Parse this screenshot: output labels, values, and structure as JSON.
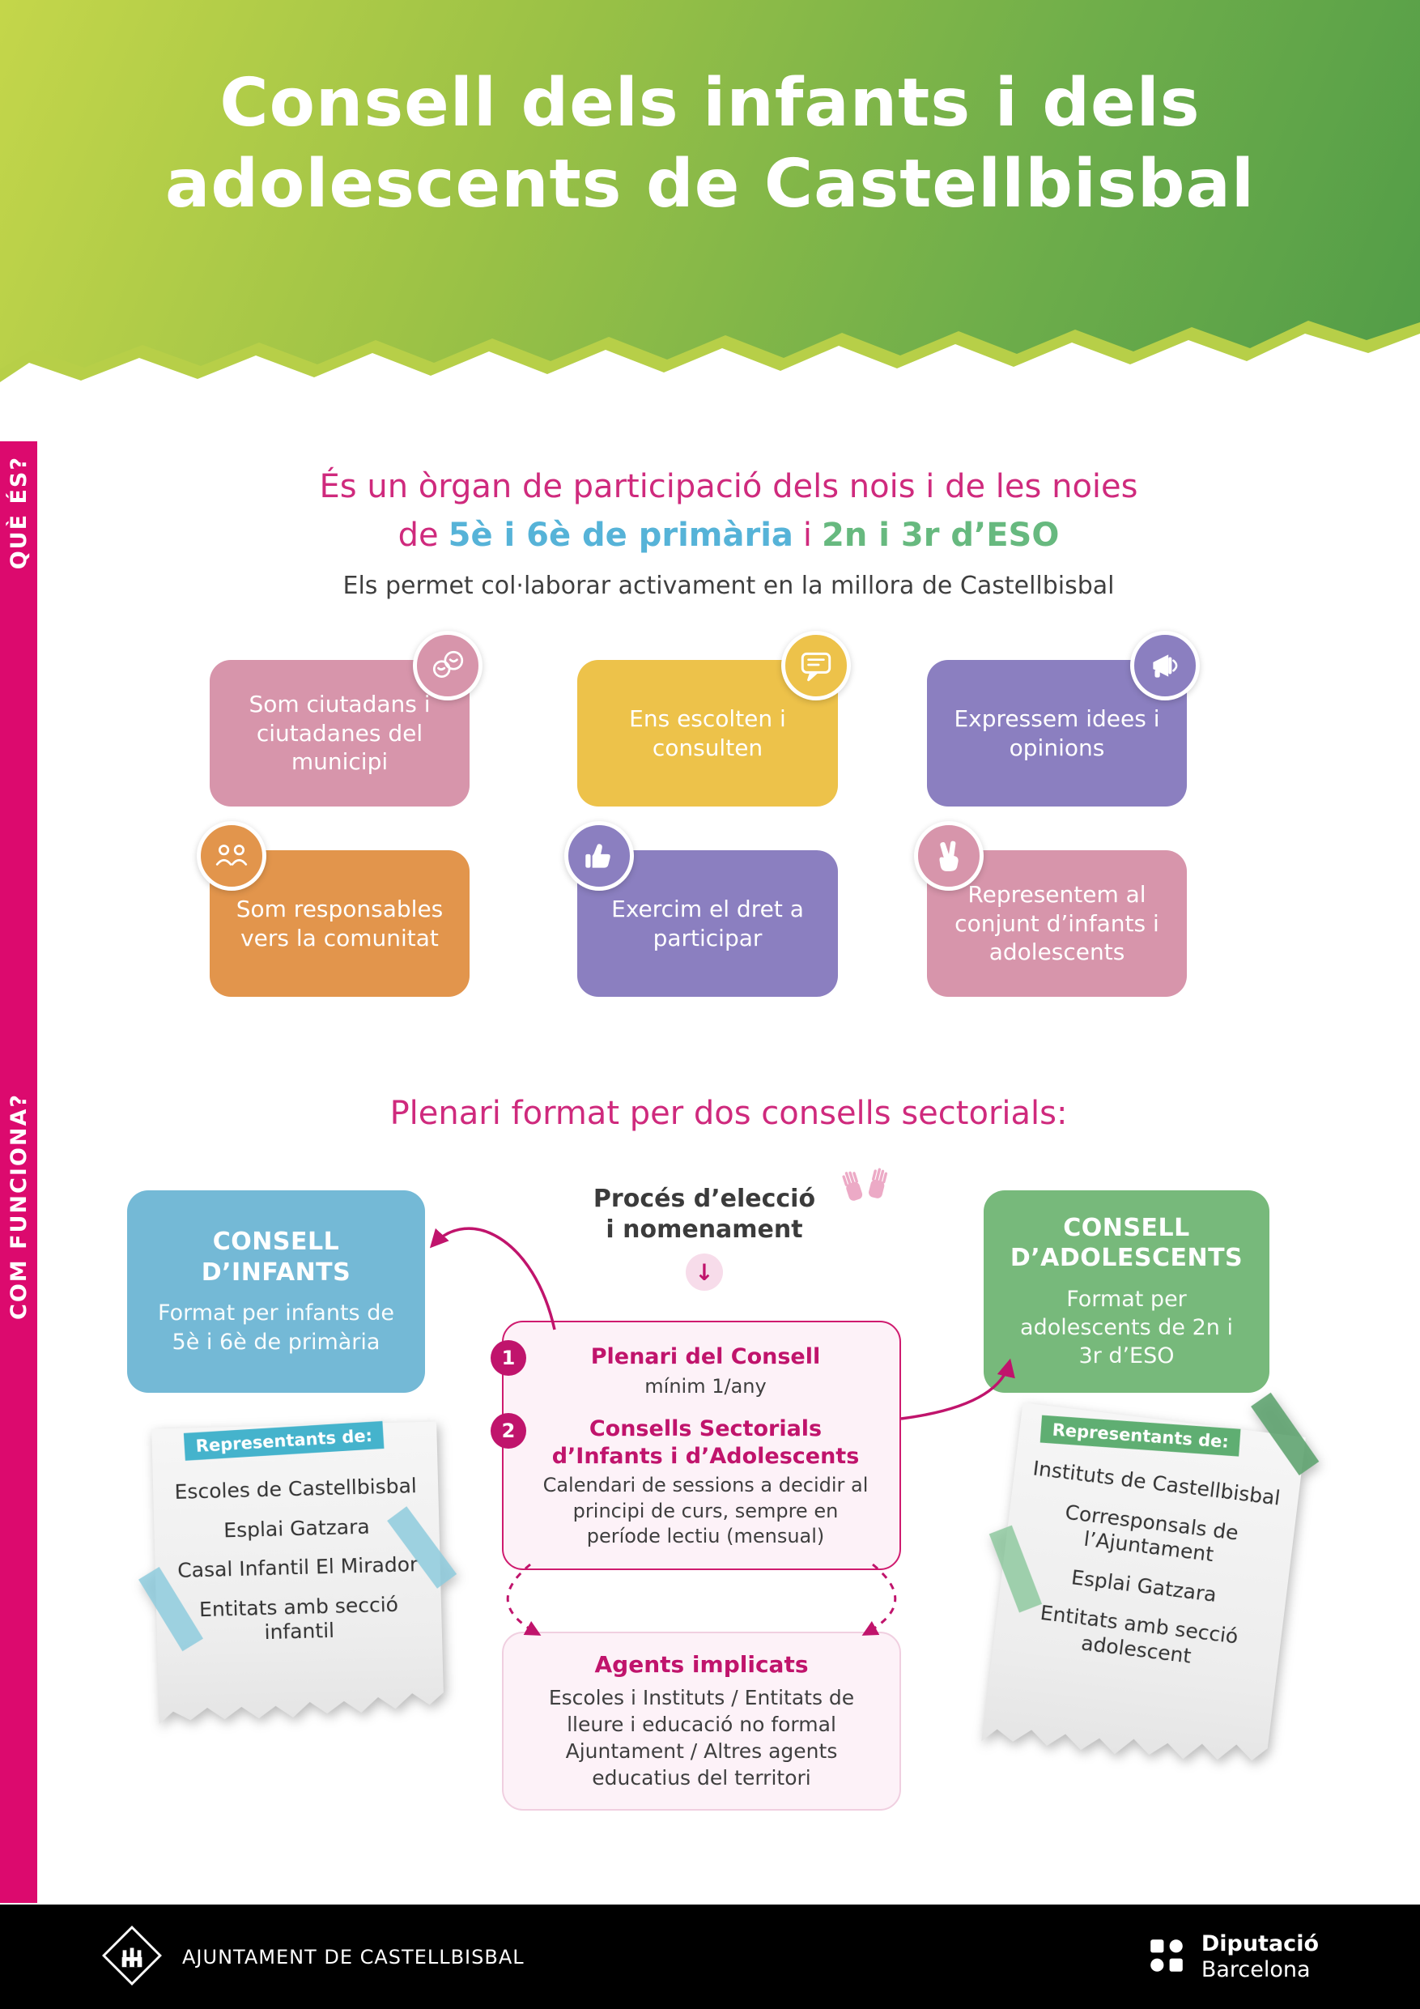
{
  "header": {
    "title_line1": "Consell dels infants i dels",
    "title_line2": "adolescents de Castellbisbal"
  },
  "sidebar": {
    "que_es": "QUÈ ÉS?",
    "com_funciona": "COM FUNCIONA?"
  },
  "intro": {
    "line1": "És un òrgan de participació dels nois i de les noies",
    "line2_pre": "de",
    "line2_blue": "5è i 6è de primària",
    "line2_mid": "i",
    "line2_green": "2n i 3r d’ESO",
    "line3": "Els permet col·laborar activament en la millora de Castellbisbal"
  },
  "cards": [
    {
      "text": "Som ciutadans i ciutadanes del municipi",
      "icon": "faces-icon"
    },
    {
      "text": "Ens escolten i consulten",
      "icon": "speech-bubble-icon"
    },
    {
      "text": "Expressem idees i opinions",
      "icon": "megaphone-icon"
    },
    {
      "text": "Som responsables vers la comunitat",
      "icon": "people-group-icon"
    },
    {
      "text": "Exercim el dret a participar",
      "icon": "thumbs-up-icon"
    },
    {
      "text": "Representem al conjunt d’infants i adolescents",
      "icon": "victory-hand-icon"
    }
  ],
  "plenari": {
    "heading": "Plenari format per dos consells sectorials:",
    "consell_infants_title": "CONSELL D’INFANTS",
    "consell_infants_sub": "Format per infants de 5è i 6è de primària",
    "consell_adolescents_title": "CONSELL D’ADOLESCENTS",
    "consell_adolescents_sub": "Format per adolescents de 2n i 3r d’ESO",
    "proces_line1": "Procés d’elecció",
    "proces_line2": "i nomenament",
    "down_arrow": "↓",
    "steps": [
      {
        "num": "1",
        "title": "Plenari del Consell",
        "desc": "mínim 1/any"
      },
      {
        "num": "2",
        "title": "Consells Sectorials d’Infants i d’Adolescents",
        "desc": "Calendari de sessions a decidir al principi de curs, sempre en període lectiu (mensual)"
      }
    ],
    "agents_title": "Agents implicats",
    "agents_desc": "Escoles i Instituts / Entitats de lleure i educació no formal Ajuntament / Altres agents educatius del territori",
    "note_left_badge": "Representants de:",
    "note_left_items": [
      "Escoles de Castellbisbal",
      "Esplai Gatzara",
      "Casal Infantil El Mirador",
      "Entitats amb secció infantil"
    ],
    "note_right_badge": "Representants de:",
    "note_right_items": [
      "Instituts de Castellbisbal",
      "Corresponsals de l’Ajuntament",
      "Esplai Gatzara",
      "Entitats amb secció adolescent"
    ]
  },
  "footer": {
    "ajuntament": "AJUNTAMENT DE CASTELLBISBAL",
    "diputacio_line1": "Diputació",
    "diputacio_line2": "Barcelona"
  },
  "colors": {
    "magenta_accent": "#dc0a6e",
    "heading_pink": "#cf2a7d",
    "primary_blue": "#56b3d8",
    "primary_green": "#67b97f",
    "card_pink": "#d795ab",
    "card_yellow": "#edc24a",
    "card_purple": "#8b7fc0",
    "card_orange": "#e2954c",
    "council_blue": "#74b9d6",
    "council_green": "#77b97b",
    "header_green_light": "#c4d64a",
    "header_green_dark": "#519c48",
    "footer_black": "#000000"
  }
}
